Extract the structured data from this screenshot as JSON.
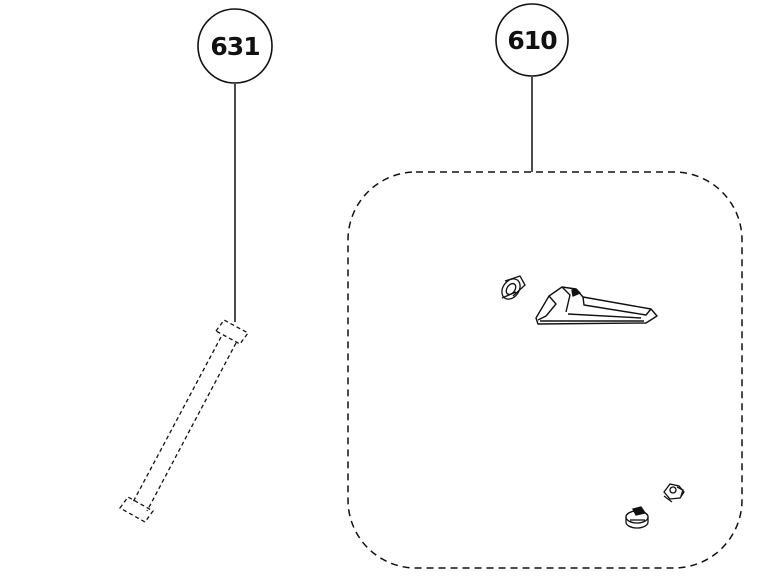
{
  "callouts": [
    {
      "id": "631",
      "label": "631"
    },
    {
      "id": "610",
      "label": "610"
    }
  ],
  "colors": {
    "line": "#111111",
    "background": "#ffffff"
  }
}
